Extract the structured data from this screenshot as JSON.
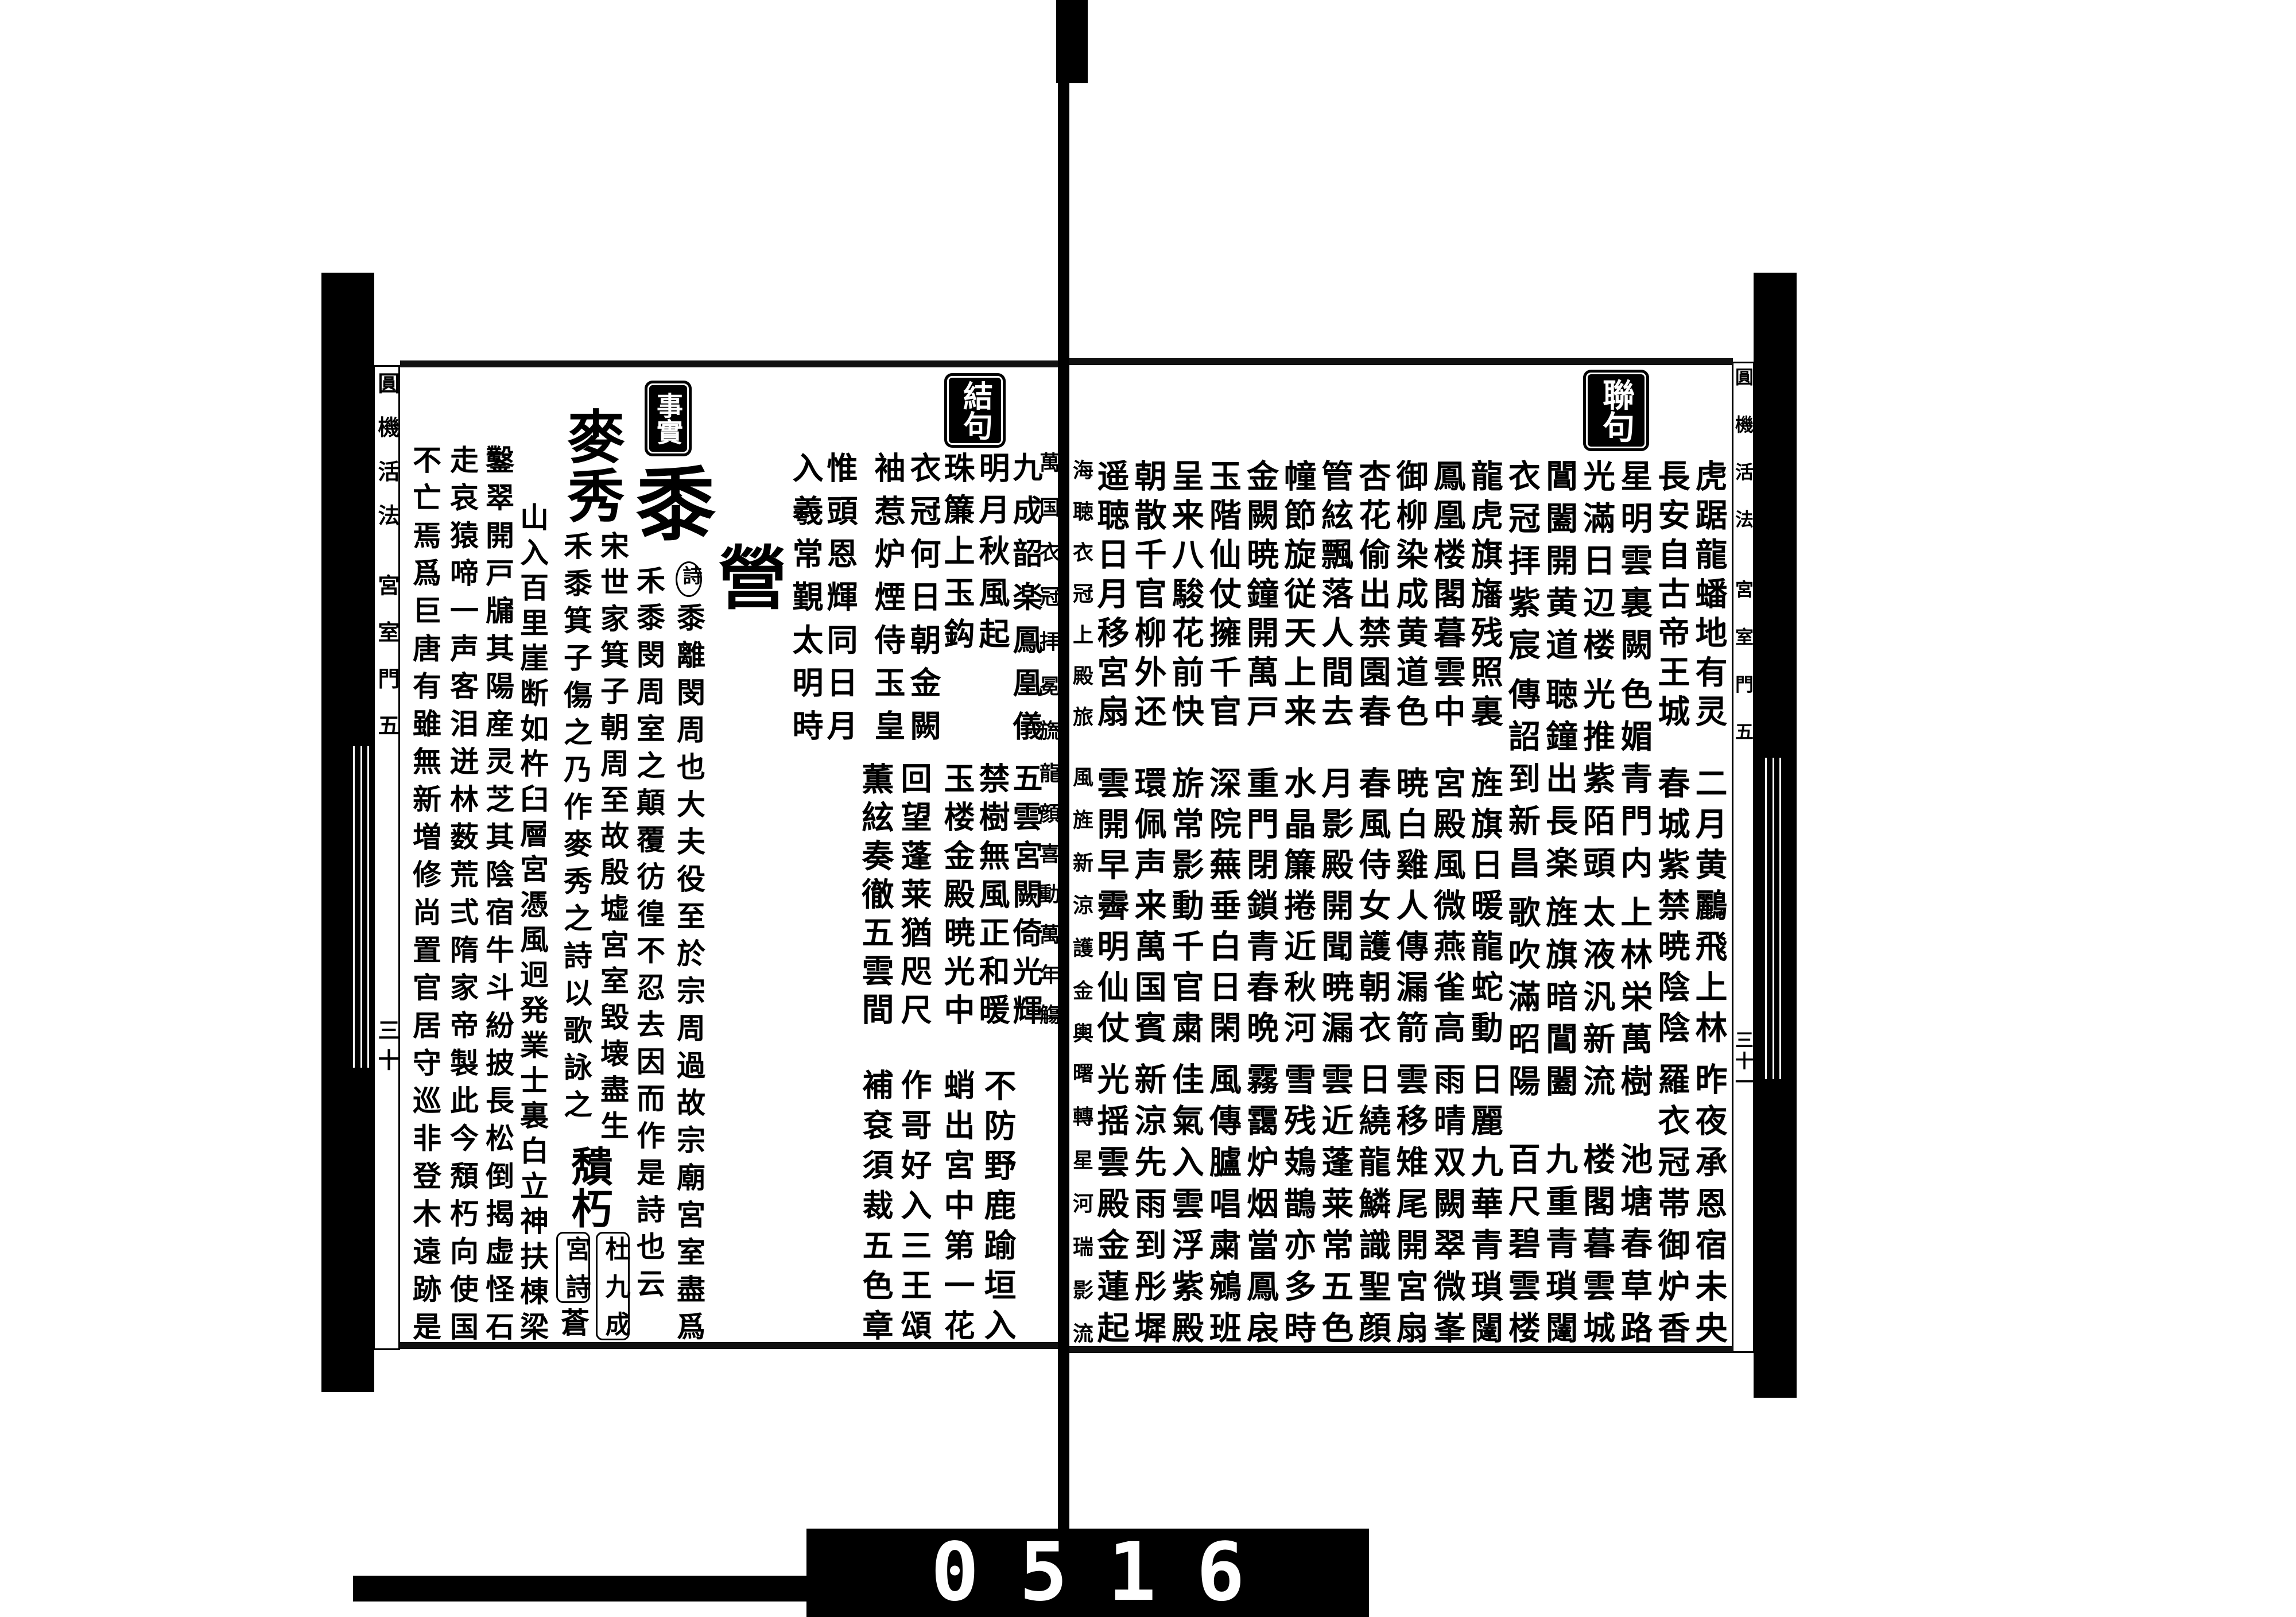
{
  "header": {
    "left_title": "圓機活法",
    "left_section": "宮室門五",
    "left_page": "三十",
    "right_title": "圓機活法",
    "right_section": "宮室門五",
    "right_page": "三十一"
  },
  "right_page": {
    "label": "聯句",
    "columns": [
      [
        "虎踞龍蟠地有灵",
        "二月黄鸝飛上林",
        "昨夜承恩宿未央"
      ],
      [
        "長安自古帝王城",
        "春城紫禁暁陰陰",
        "羅衣冠帯御炉香"
      ],
      [
        "星明雲裏闕",
        "色媚青門内",
        "上林栄萬樹",
        "池塘春草路"
      ],
      [
        "光滿日辺楼",
        "光推紫陌頭",
        "太液汎新流",
        "楼閣暮雲城"
      ],
      [
        "閶闔開黄道",
        "聴鐘出長楽",
        "旌旗暗閶闔",
        "九重青瑣闥"
      ],
      [
        "衣冠拝紫宸",
        "傳詔到新昌",
        "歌吹滿昭陽",
        "百尺碧雲楼"
      ],
      [
        "龍虎旗旛残照裏",
        "旌旗日暖龍蛇動",
        "日麗九華青瑣闥"
      ],
      [
        "鳳凰楼閣暮雲中",
        "宮殿風微燕雀高",
        "雨晴双闕翠微峯"
      ],
      [
        "御柳染成黄道色",
        "暁白雞人傳漏箭",
        "雲移雉尾開宮扇"
      ],
      [
        "杏花偷出禁園春",
        "春風侍女護朝衣",
        "日繞龍鱗識聖顔"
      ],
      [
        "管絃飄落人間去",
        "月影殿開聞暁漏",
        "雲近蓬莱常五色"
      ],
      [
        "幢節旋従天上来",
        "水晶簾捲近秋河",
        "雪残鳷鵲亦多時"
      ],
      [
        "金闕暁鐘開萬戸",
        "重門閉鎖青春晩",
        "霧靄炉烟當鳳扆"
      ],
      [
        "玉階仙仗擁千官",
        "深院蕪垂白日閑",
        "風傳臚唱粛鵷班"
      ],
      [
        "呈来八駿花前快",
        "旂常影動千官粛",
        "佳氣入雲浮紫殿"
      ],
      [
        "朝散千官柳外还",
        "環佩声来萬国賓",
        "新涼先雨到彤墀"
      ],
      [
        "遥聴日月移宮扇",
        "雲開早霽明仙仗",
        "光揺雲殿金蓮起"
      ],
      [
        "海聴衣冠上殿旅",
        "風旌新涼護金輿",
        "曙轉星河瑞影流"
      ]
    ]
  },
  "left_page": {
    "continued_columns": [
      [
        "萬国衣冠拝冕旒",
        "龍顔喜動萬年觴"
      ],
      [
        "九成韶楽鳳凰儀",
        "五雲宮闕倚光輝"
      ]
    ],
    "jieju": {
      "label": "結句",
      "columns": [
        [
          "明月秋風起",
          "禁樹無風正和暖",
          "不防野鹿踰垣入"
        ],
        [
          "珠簾上玉鈎",
          "玉楼金殿暁光中",
          "蛸出宮中第一花"
        ],
        [
          "衣冠何日朝金闕",
          "回望蓬莱猶咫尺",
          "作哥好入三王頌"
        ],
        [
          "袖惹炉煙侍玉皇",
          "薫絃奏徹五雲間",
          "補袞須裁五色章"
        ],
        [
          "惟頭恩輝同日月"
        ],
        [
          "入羲常覲太明時"
        ]
      ]
    },
    "heading": "營",
    "shishi": {
      "label": "事實",
      "entries": [
        {
          "term": "黍",
          "source": "詩",
          "lines": [
            "黍離閔周也大夫役至於宗周過故宗廟宮室盡爲",
            "禾黍閔周室之顛覆彷徨不忍去因而作是詩也云"
          ]
        },
        {
          "term": "麥秀",
          "lines": [
            "宋世家箕子朝周至故殷墟宮室毀壊盡生",
            "禾黍箕子傷之乃作麥秀之詩以歌詠之"
          ]
        },
        {
          "term": "穨朽",
          "source": [
            "杜九成",
            "宮詩"
          ],
          "lines": [
            "蒼",
            "山入百里崖断如杵臼層宮憑風迥発業士裏白立神扶棟梁",
            "鑿翠開戸牖其陽産灵芝其陰宿牛斗紛披長松倒揭虚怪石",
            "走哀猿啼一声客泪迸林薮荒弍隋家帝製此今頽朽向使国",
            "不亡焉爲巨唐有雖無新増修尚置官居守巡非登木遠跡是"
          ]
        }
      ]
    }
  },
  "scan_number": "0516"
}
